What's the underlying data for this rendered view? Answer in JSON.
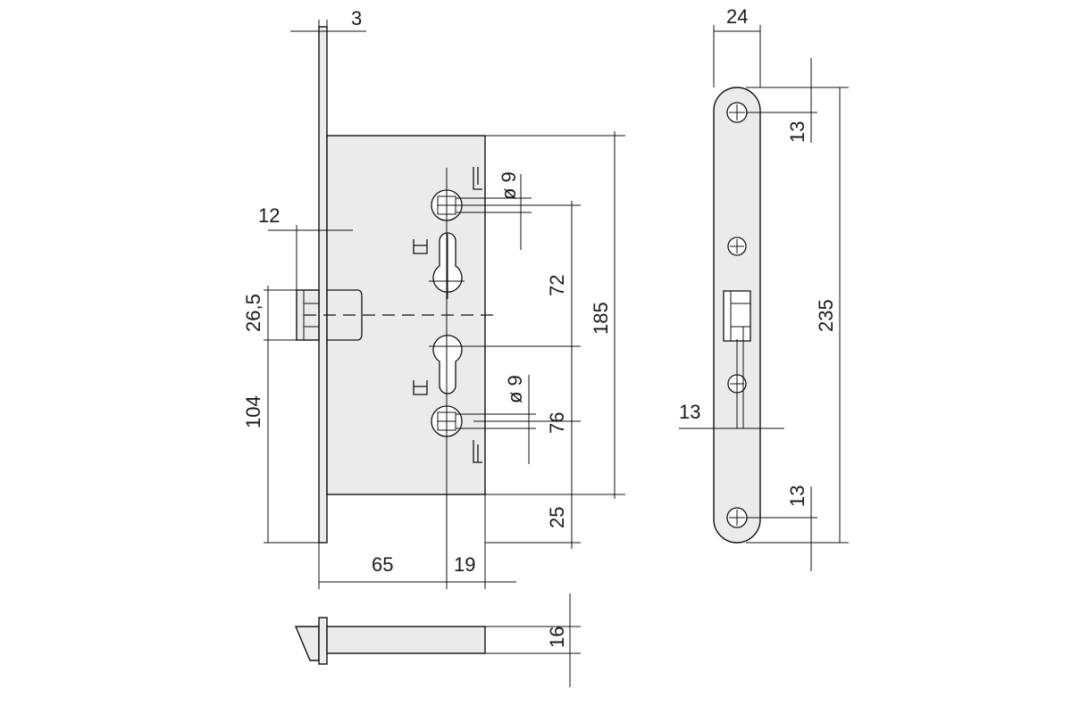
{
  "dimensions": {
    "faceplate_thickness": "3",
    "latch_projection": "12",
    "latch_height": "26,5",
    "latch_axis_height": "104",
    "backset": "65",
    "rear_offset": "19",
    "upper_hole_diameter": "ø 9",
    "lower_hole_diameter": "ø 9",
    "upper_spacing": "72",
    "lower_spacing": "76",
    "case_height": "185",
    "bottom_offset": "25",
    "case_thickness": "16",
    "faceplate_width": "24",
    "top_screw_offset": "13",
    "bottom_screw_offset": "13",
    "latch_window_offset": "13",
    "faceplate_length": "235"
  }
}
